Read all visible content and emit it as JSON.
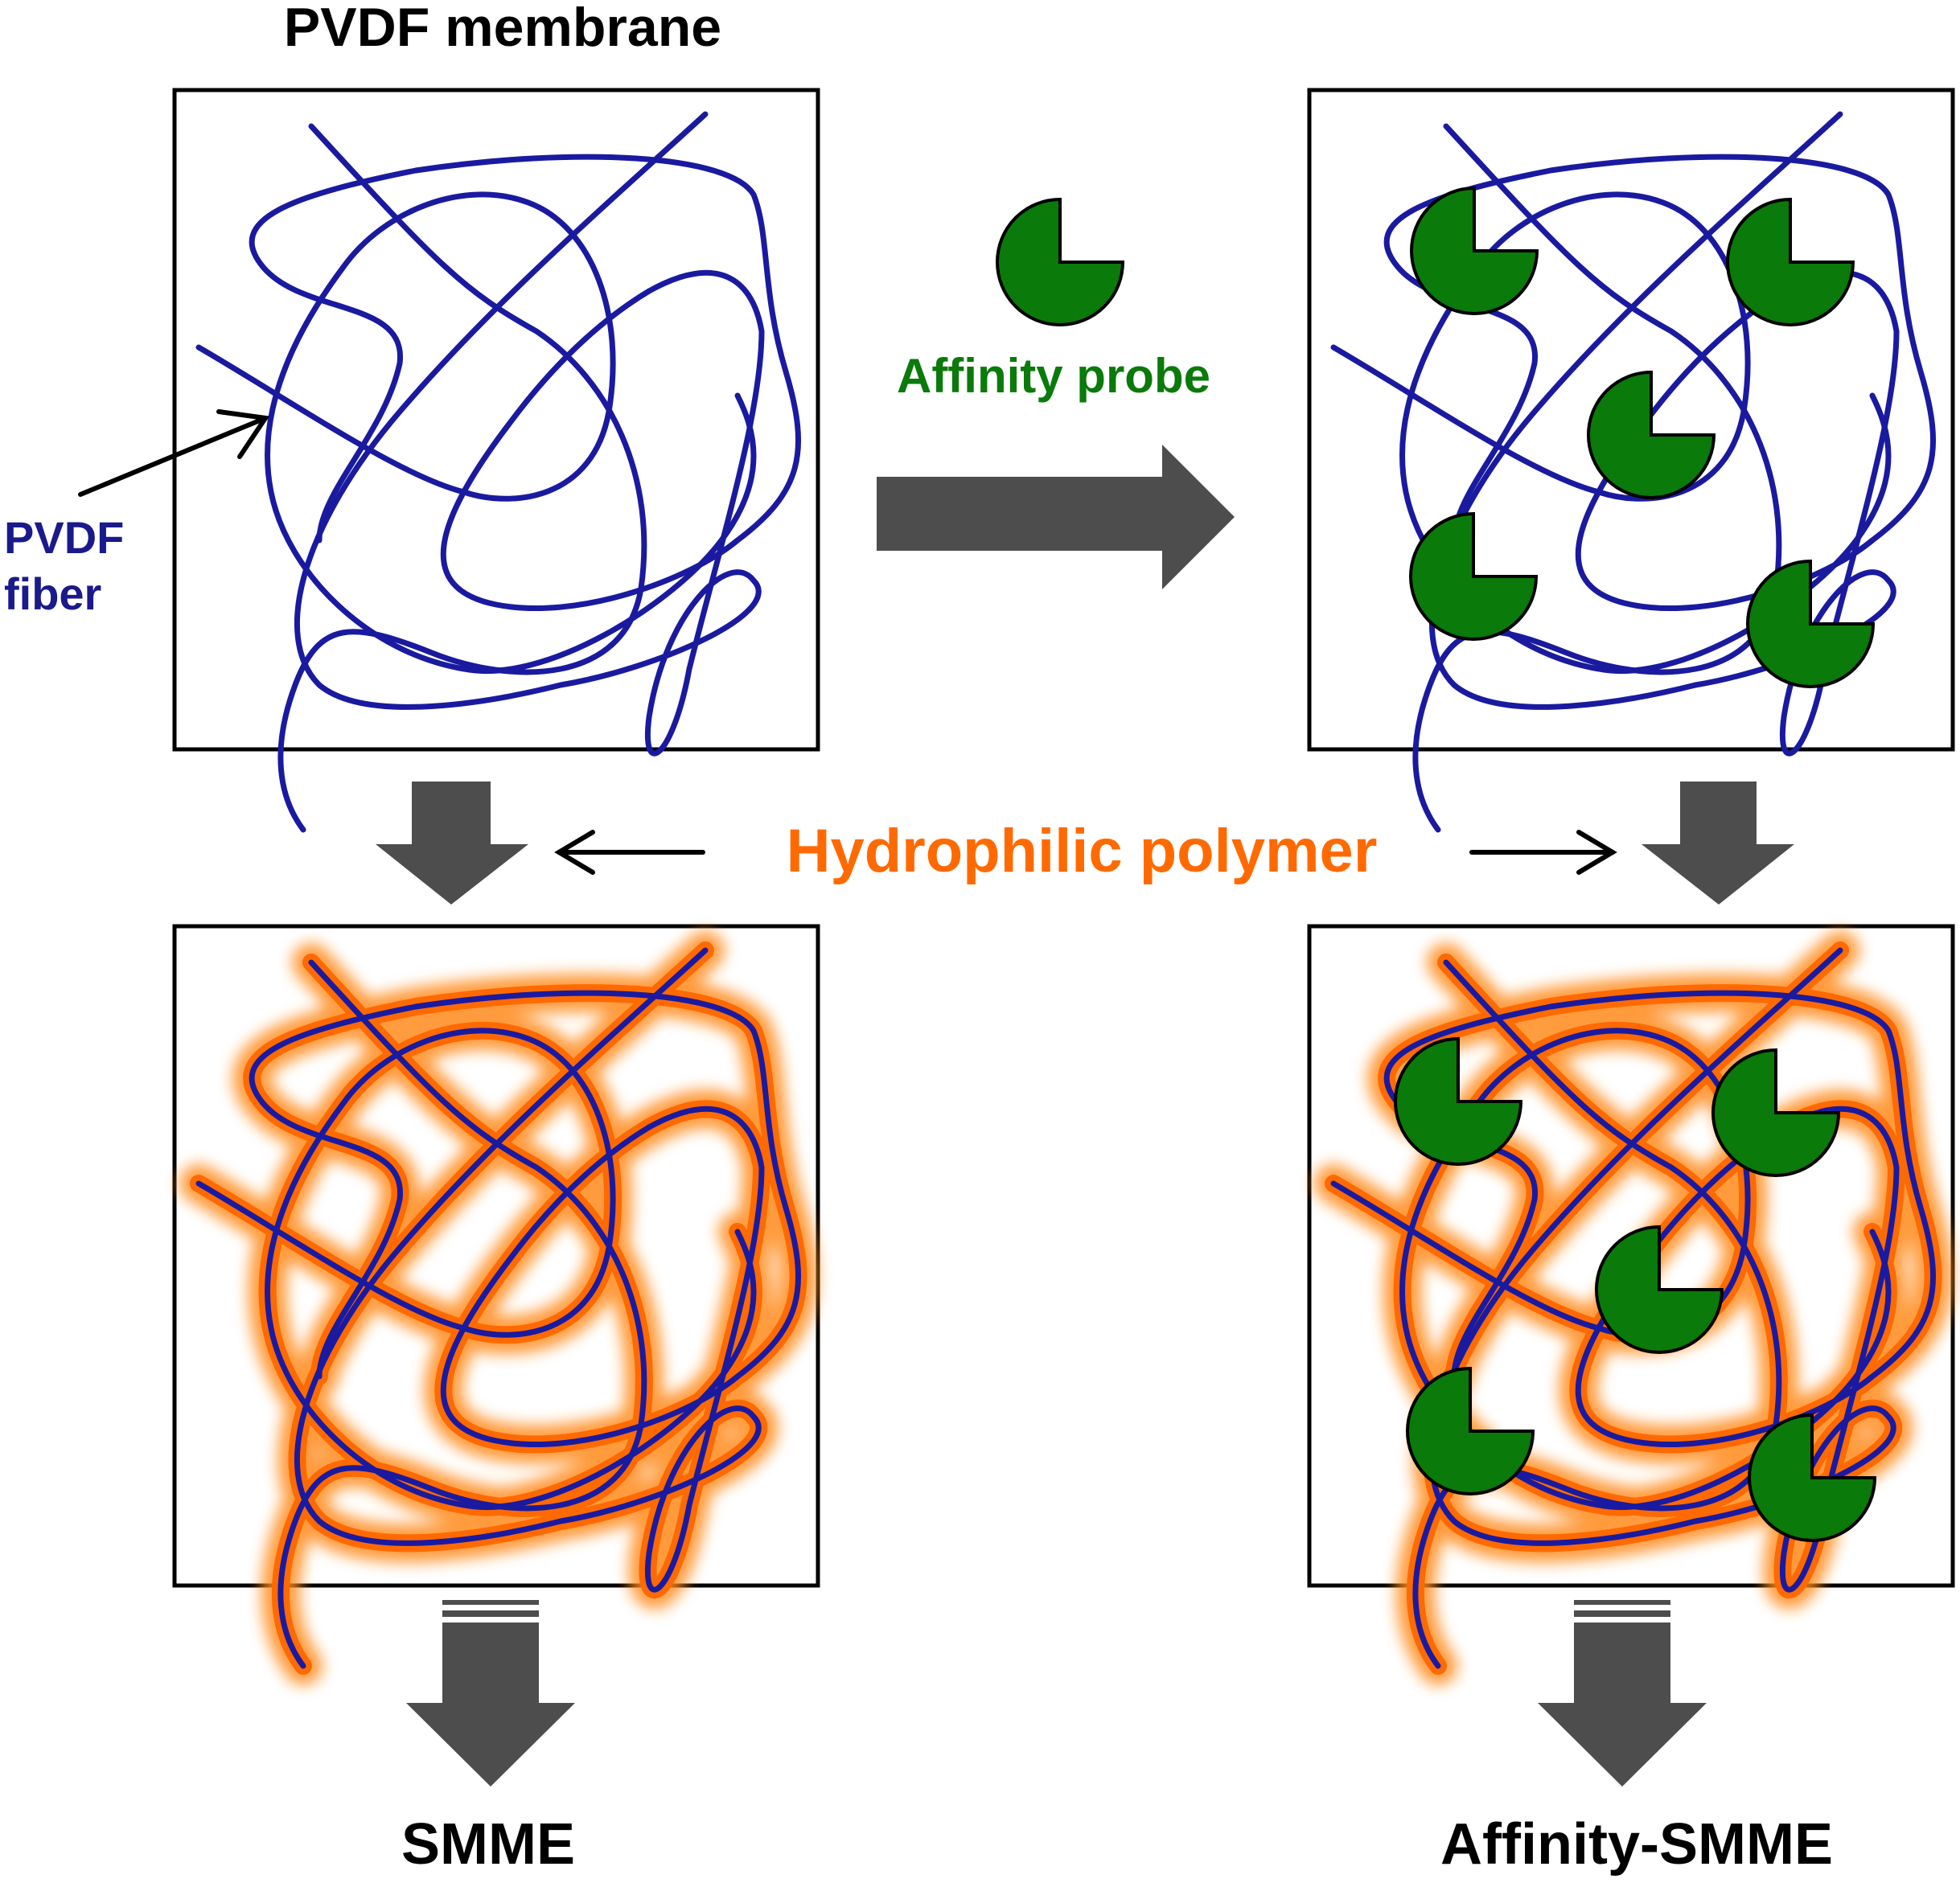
{
  "labels": {
    "top_title": "PVDF membrane",
    "fiber_label_line1": "PVDF",
    "fiber_label_line2": "fiber",
    "probe_label": "Affinity probe",
    "polymer_label": "Hydrophilic polymer",
    "result_left": "SMME",
    "result_right": "Affinity-SMME"
  },
  "colors": {
    "fiber": "#1a1aa0",
    "probe": "#0a7a0a",
    "polymer": "#ff6a00",
    "arrow": "#4d4d4d",
    "black": "#000000",
    "fiber_label": "#1a1a8c",
    "probe_label": "#0a7a0a"
  }
}
